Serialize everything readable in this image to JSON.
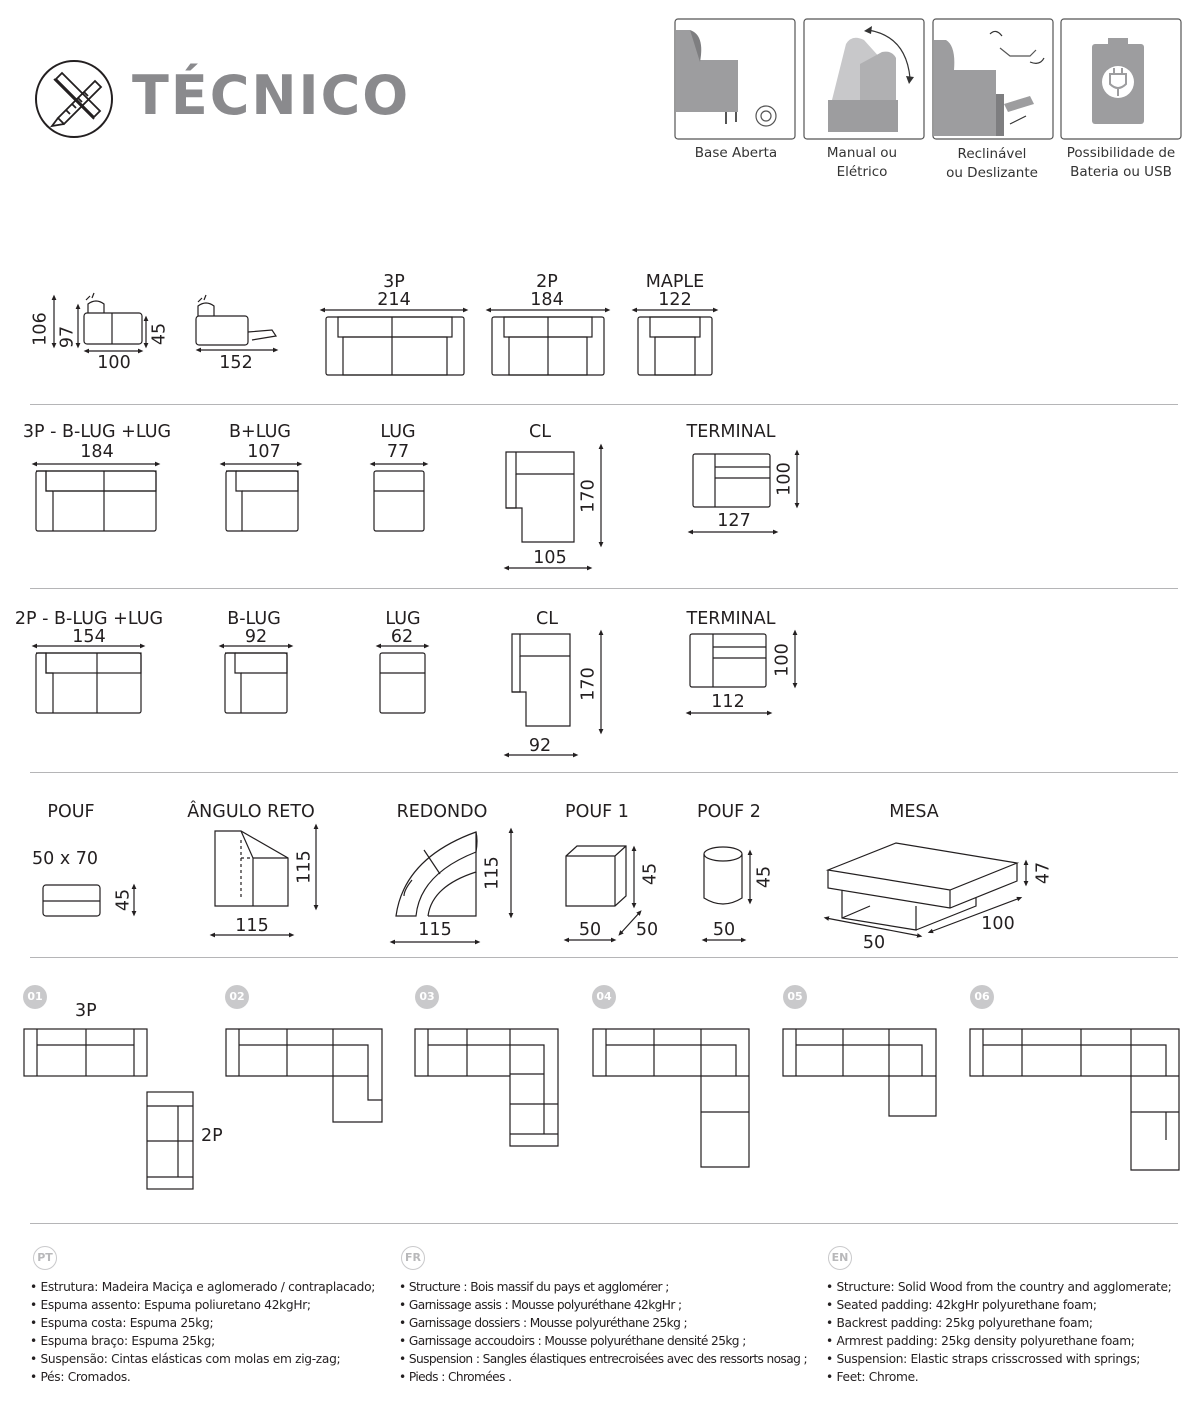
{
  "header": {
    "title": "TÉCNICO",
    "features": [
      {
        "icon": "open-base-icon",
        "label_1": "Base Aberta",
        "label_2": ""
      },
      {
        "icon": "manual-electric-icon",
        "label_1": "Manual ou",
        "label_2": "Elétrico"
      },
      {
        "icon": "recliner-slide-icon",
        "label_1": "Reclinável",
        "label_2": "ou Deslizante"
      },
      {
        "icon": "battery-usb-icon",
        "label_1": "Possibilidade de",
        "label_2": "Bateria ou USB"
      }
    ]
  },
  "row1": {
    "side_height_total": "106",
    "side_height_back": "97",
    "side_seat_height": "45",
    "side_depth": "100",
    "side_depth_reclined": "152",
    "items": [
      {
        "name": "3P",
        "width": "214"
      },
      {
        "name": "2P",
        "width": "184"
      },
      {
        "name": "MAPLE",
        "width": "122"
      }
    ]
  },
  "row2": {
    "items": [
      {
        "name": "3P - B-LUG +LUG",
        "width": "184"
      },
      {
        "name": "B+LUG",
        "width": "107"
      },
      {
        "name": "LUG",
        "width": "77"
      },
      {
        "name": "CL",
        "width": "105",
        "depth": "170"
      },
      {
        "name": "TERMINAL",
        "width": "127",
        "depth": "100"
      }
    ]
  },
  "row3": {
    "items": [
      {
        "name": "2P - B-LUG +LUG",
        "width": "154"
      },
      {
        "name": "B-LUG",
        "width": "92"
      },
      {
        "name": "LUG",
        "width": "62"
      },
      {
        "name": "CL",
        "width": "92",
        "depth": "170"
      },
      {
        "name": "TERMINAL",
        "width": "112",
        "depth": "100"
      }
    ]
  },
  "row4": {
    "pouf": {
      "name": "POUF",
      "size": "50 x 70",
      "height": "45"
    },
    "angulo": {
      "name": "ÂNGULO RETO",
      "width": "115",
      "depth": "115"
    },
    "redondo": {
      "name": "REDONDO",
      "width": "115",
      "depth": "115"
    },
    "pouf1": {
      "name": "POUF 1",
      "width": "50",
      "depth": "50",
      "height": "45"
    },
    "pouf2": {
      "name": "POUF 2",
      "width": "50",
      "height": "45"
    },
    "mesa": {
      "name": "MESA",
      "width": "50",
      "length": "100",
      "height": "47"
    }
  },
  "configs": {
    "numbers": [
      "01",
      "02",
      "03",
      "04",
      "05",
      "06"
    ],
    "label_3p": "3P",
    "label_2p": "2P"
  },
  "specs": {
    "pt": {
      "badge": "PT",
      "lines": [
        "• Estrutura: Madeira Maciça e aglomerado / contraplacado;",
        "• Espuma assento: Espuma poliuretano 42kgHr;",
        "• Espuma costa: Espuma 25kg;",
        "• Espuma braço: Espuma 25kg;",
        "• Suspensão: Cintas elásticas com molas em zig-zag;",
        "• Pés: Cromados."
      ]
    },
    "fr": {
      "badge": "FR",
      "lines": [
        "• Structure : Bois massif du pays et agglomérer ;",
        "• Garnissage assis : Mousse polyuréthane 42kgHr ;",
        "• Garnissage dossiers : Mousse polyuréthane 25kg ;",
        "• Garnissage accoudoirs : Mousse polyuréthane densité 25kg ;",
        "• Suspension : Sangles élastiques entrecroisées avec des ressorts nosag ;",
        "• Pieds : Chromées ."
      ]
    },
    "en": {
      "badge": "EN",
      "lines": [
        "• Structure: Solid Wood from the country and agglomerate;",
        "• Seated padding: 42kgHr polyurethane foam;",
        "• Backrest padding: 25kg polyurethane foam;",
        "• Armrest padding: 25kg density polyurethane foam;",
        "• Suspension: Elastic straps crisscrossed with springs;",
        "• Feet: Chrome."
      ]
    }
  }
}
